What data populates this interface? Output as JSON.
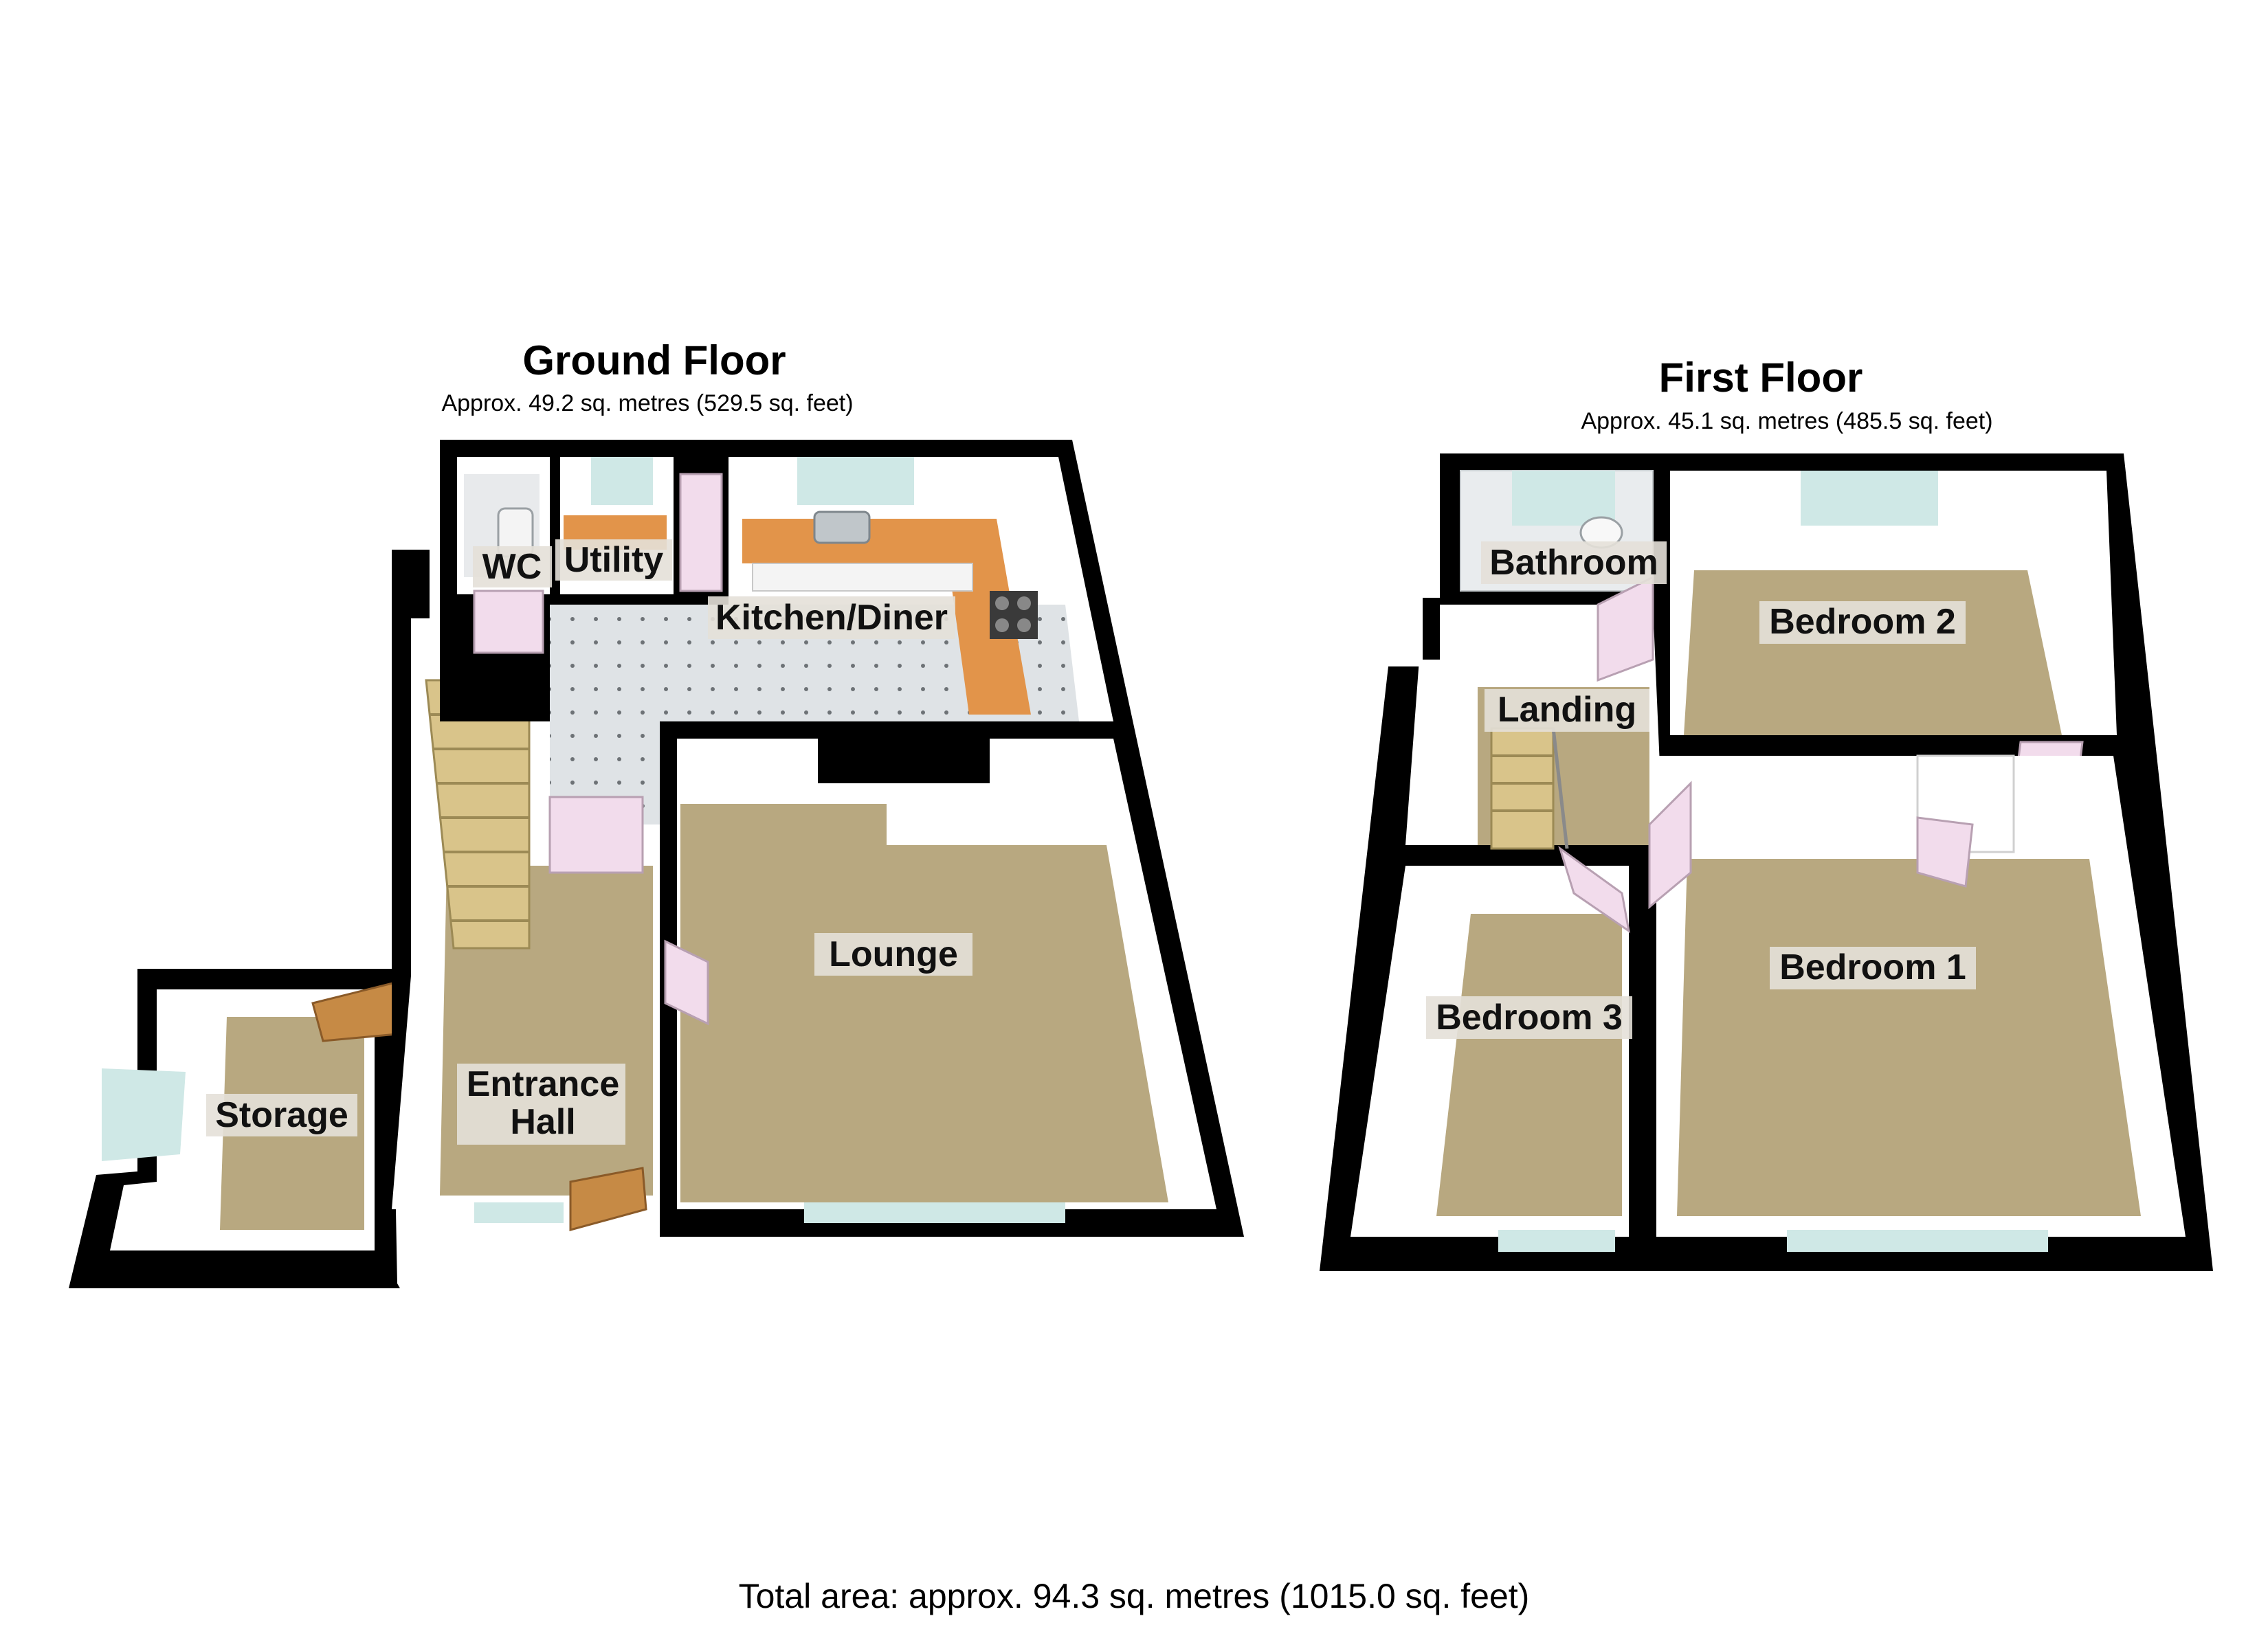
{
  "ground_floor": {
    "title": "Ground Floor",
    "area": "Approx. 49.2 sq. metres (529.5 sq. feet)",
    "rooms": {
      "wc": "WC",
      "utility": "Utility",
      "kitchen": "Kitchen/Diner",
      "lounge": "Lounge",
      "storage": "Storage",
      "entrance_line1": "Entrance",
      "entrance_line2": "Hall"
    }
  },
  "first_floor": {
    "title": "First Floor",
    "area": "Approx. 45.1 sq. metres (485.5 sq. feet)",
    "rooms": {
      "bathroom": "Bathroom",
      "bedroom2": "Bedroom 2",
      "landing": "Landing",
      "bedroom1": "Bedroom 1",
      "bedroom3": "Bedroom 3"
    }
  },
  "total_area": "Total area: approx. 94.3 sq. metres (1015.0 sq. feet)",
  "colors": {
    "wall": "#000000",
    "inner_wall": "#ffffff",
    "carpet": "#b8a880",
    "kitchen_floor": "#d8dde0",
    "worktop": "#e2944a",
    "stairs": "#d9c48a",
    "window": "#cfe8e6",
    "door": "#f2dcec",
    "label_bg": "#e4e0d8"
  }
}
